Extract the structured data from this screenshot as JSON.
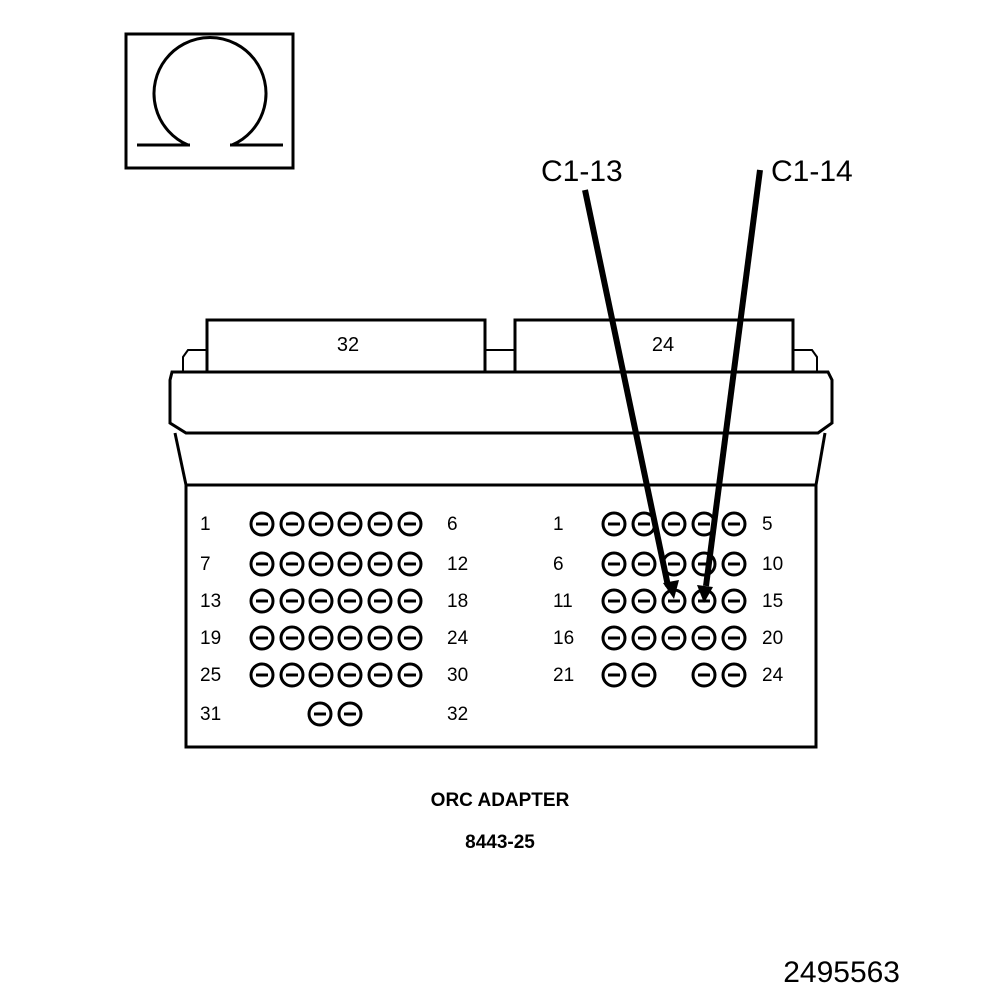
{
  "symbol": {
    "name": "ohm-symbol",
    "glyph": "Ω"
  },
  "callouts": [
    {
      "label": "C1-13",
      "pin": 13
    },
    {
      "label": "C1-14",
      "pin": 14
    }
  ],
  "connectors": [
    {
      "id": "left",
      "header_label": "32",
      "rows": [
        {
          "start": "1",
          "end": "6",
          "pins": [
            1,
            2,
            3,
            4,
            5,
            6
          ]
        },
        {
          "start": "7",
          "end": "12",
          "pins": [
            7,
            8,
            9,
            10,
            11,
            12
          ]
        },
        {
          "start": "13",
          "end": "18",
          "pins": [
            13,
            14,
            15,
            16,
            17,
            18
          ]
        },
        {
          "start": "19",
          "end": "24",
          "pins": [
            19,
            20,
            21,
            22,
            23,
            24
          ]
        },
        {
          "start": "25",
          "end": "30",
          "pins": [
            25,
            26,
            27,
            28,
            29,
            30
          ]
        },
        {
          "start": "31",
          "end": "32",
          "pins": [
            31,
            32
          ]
        }
      ]
    },
    {
      "id": "right",
      "header_label": "24",
      "rows": [
        {
          "start": "1",
          "end": "5",
          "pins": [
            1,
            2,
            3,
            4,
            5
          ]
        },
        {
          "start": "6",
          "end": "10",
          "pins": [
            6,
            7,
            8,
            9,
            10
          ]
        },
        {
          "start": "11",
          "end": "15",
          "pins": [
            11,
            12,
            13,
            14,
            15
          ]
        },
        {
          "start": "16",
          "end": "20",
          "pins": [
            16,
            17,
            18,
            19,
            20
          ]
        },
        {
          "start": "21",
          "end": "24",
          "pins": [
            21,
            22,
            23,
            24
          ]
        }
      ]
    }
  ],
  "caption": {
    "title": "ORC ADAPTER",
    "part_number": "8443-25"
  },
  "figure_id": "2495563"
}
